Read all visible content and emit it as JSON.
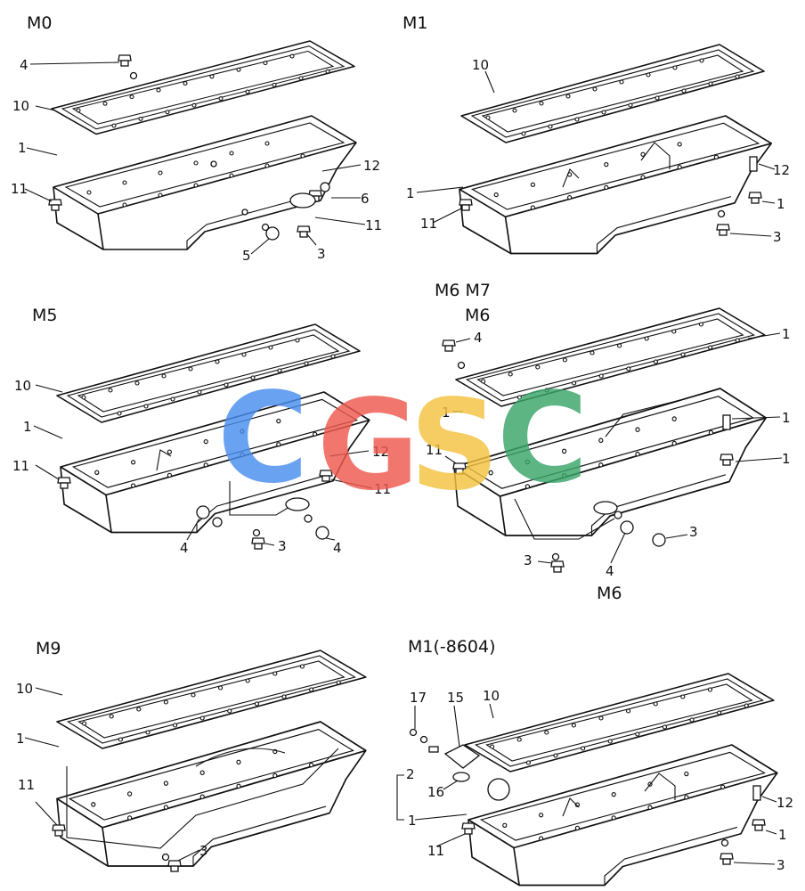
{
  "panels": [
    {
      "id": "m0",
      "title": "M0"
    },
    {
      "id": "m1",
      "title": "M1"
    },
    {
      "id": "m5",
      "title": "M5"
    },
    {
      "id": "m6m7",
      "title": "M6 M7",
      "subtitle": "M6",
      "footnote": "M6"
    },
    {
      "id": "m9",
      "title": "M9"
    },
    {
      "id": "m1b",
      "title": "M1(-8604)"
    }
  ],
  "callouts": {
    "m0": [
      "4",
      "10",
      "1",
      "11",
      "12",
      "6",
      "11",
      "3",
      "5"
    ],
    "m1": [
      "10",
      "1",
      "11",
      "12",
      "1",
      "3"
    ],
    "m5": [
      "10",
      "1",
      "11",
      "12",
      "11",
      "4",
      "3",
      "4"
    ],
    "m6m7": [
      "4",
      "1",
      "1",
      "1",
      "11",
      "1",
      "3",
      "3",
      "4"
    ],
    "m9": [
      "10",
      "1",
      "11",
      "3"
    ],
    "m1b": [
      "17",
      "15",
      "10",
      "2",
      "16",
      "1",
      "11",
      "12",
      "1",
      "3"
    ]
  },
  "watermark": {
    "letters": [
      "C",
      "G",
      "S",
      "C"
    ],
    "colors": [
      "#4a8ef0",
      "#ee5a4f",
      "#f3c340",
      "#3aa66a"
    ]
  }
}
